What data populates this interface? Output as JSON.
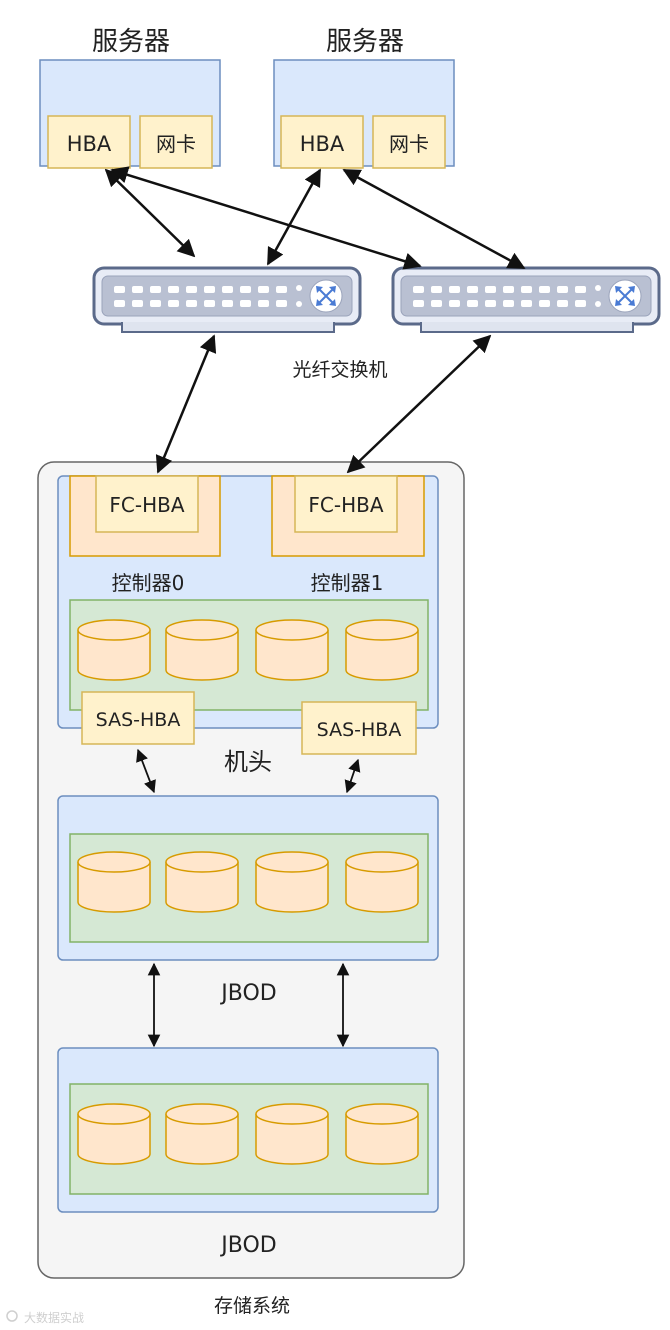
{
  "servers": [
    {
      "title": "服务器",
      "hba": "HBA",
      "nic": "网卡"
    },
    {
      "title": "服务器",
      "hba": "HBA",
      "nic": "网卡"
    }
  ],
  "fiber_switch_label": "光纤交换机",
  "storage": {
    "controllers": [
      {
        "fc_hba": "FC-HBA",
        "label": "控制器0"
      },
      {
        "fc_hba": "FC-HBA",
        "label": "控制器1"
      }
    ],
    "sas_hba": [
      "SAS-HBA",
      "SAS-HBA"
    ],
    "head_label": "机头",
    "jbods": [
      {
        "label": "JBOD"
      },
      {
        "label": "JBOD"
      }
    ],
    "system_label": "存储系统"
  },
  "watermark": "大数据实战",
  "colors": {
    "blue_fill": "#dae8fc",
    "blue_stroke": "#6c8ebf",
    "yellow_fill": "#fff2cc",
    "yellow_stroke": "#d6b656",
    "orange_fill": "#ffe6cc",
    "orange_stroke": "#d79b00",
    "green_fill": "#d5e8d4",
    "green_stroke": "#82b366",
    "system_fill": "#f5f5f5",
    "system_stroke": "#666666"
  }
}
